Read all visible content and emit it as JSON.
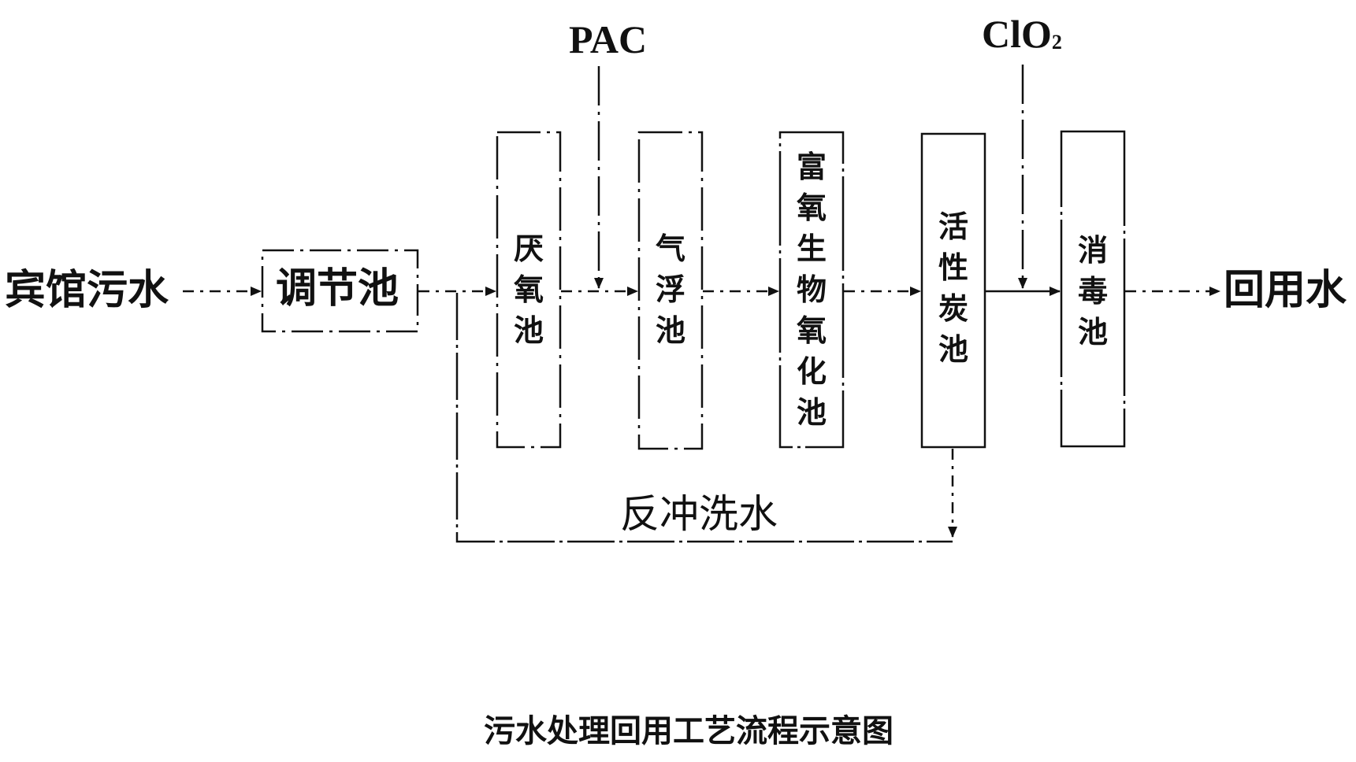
{
  "source_label": "宾馆污水",
  "output_label": "回用水",
  "regulating_tank": "调节池",
  "tanks": [
    {
      "id": "anaerobic",
      "chars": [
        "厌",
        "氧",
        "池"
      ]
    },
    {
      "id": "flotation",
      "chars": [
        "气",
        "浮",
        "池"
      ]
    },
    {
      "id": "bio-oxidation",
      "chars": [
        "富",
        "氧",
        "生",
        "物",
        "氧",
        "化",
        "池"
      ]
    },
    {
      "id": "activated-carbon",
      "chars": [
        "活",
        "性",
        "炭",
        "池"
      ]
    },
    {
      "id": "disinfection",
      "chars": [
        "消",
        "毒",
        "池"
      ]
    }
  ],
  "dosing": {
    "pac": "PAC",
    "clo2_main": "ClO",
    "clo2_sub": "2"
  },
  "backwash_label": "反冲洗水",
  "caption": "污水处理回用工艺流程示意图"
}
